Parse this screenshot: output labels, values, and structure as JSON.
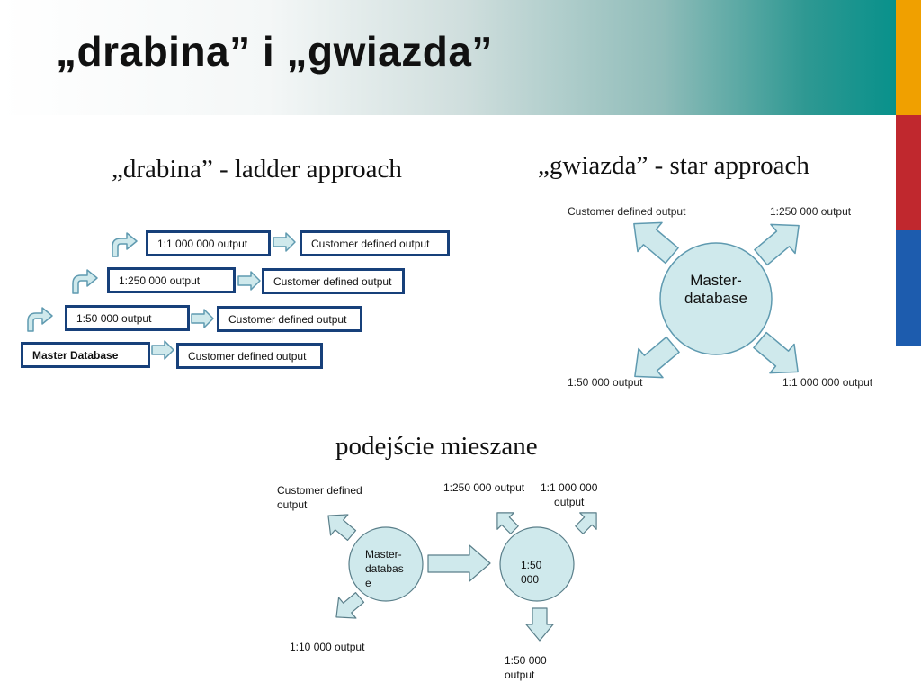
{
  "slide": {
    "title": "„drabina” i „gwiazda”",
    "accent_colors": [
      "#f0a000",
      "#c0282e",
      "#1d5cae"
    ],
    "gradient_color": "#08918b"
  },
  "ladder": {
    "heading": "„drabina” - ladder approach",
    "rows": [
      {
        "source": "1:1 000 000 output",
        "target": "Customer defined output"
      },
      {
        "source": "1:250 000 output",
        "target": "Customer defined output"
      },
      {
        "source": "1:50 000 output",
        "target": "Customer defined output"
      },
      {
        "source": "Master Database",
        "target": "Customer defined output"
      }
    ]
  },
  "star": {
    "heading": "„gwiazda” - star approach",
    "center": "Master-\ndatabase",
    "outputs": {
      "top_left": "Customer defined output",
      "top_right": "1:250 000 output",
      "bottom_left": "1:50 000 output",
      "bottom_right": "1:1 000 000 output"
    }
  },
  "mixed": {
    "heading": "podejście mieszane",
    "master_node": "Master-\ndatabas\ne",
    "secondary_node": "1:50\n000",
    "labels": {
      "customer": "Customer defined\noutput",
      "scale_10k": "1:10 000 output",
      "scale_250k": "1:250 000 output",
      "scale_1m": "1:1 000 000\noutput",
      "scale_50k": "1:50 000\noutput"
    }
  },
  "colors": {
    "box_border": "#17407a",
    "arrow_fill": "#cfe9ec",
    "arrow_stroke": "#5f9ab0",
    "star_circle": "#cfe9ec"
  }
}
